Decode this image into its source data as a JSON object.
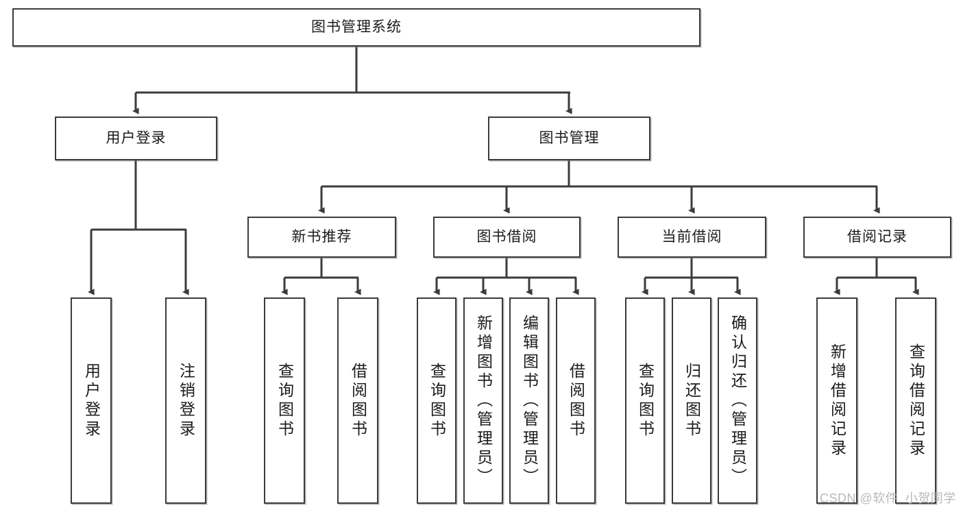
{
  "diagram": {
    "title": "图书管理系统",
    "type": "tree-hierarchy",
    "watermark": "CSDN @软件_小贺同学",
    "colors": {
      "box_border": "#3b3b3b",
      "box_fill": "#ffffff",
      "connector": "#3b3b3b",
      "text": "#1b1b1b",
      "watermark": "#b9b9b9"
    },
    "nodes": {
      "root": {
        "label": "图书管理系统"
      },
      "level2": [
        {
          "label": "用户登录"
        },
        {
          "label": "图书管理"
        }
      ],
      "level3": [
        {
          "label": "新书推荐"
        },
        {
          "label": "图书借阅"
        },
        {
          "label": "当前借阅"
        },
        {
          "label": "借阅记录"
        }
      ],
      "leaves": {
        "user_login": [
          {
            "label": "用户登录"
          },
          {
            "label": "注销登录"
          }
        ],
        "new_book_recommend": [
          {
            "label": "查询图书"
          },
          {
            "label": "借阅图书"
          }
        ],
        "book_borrow": [
          {
            "label": "查询图书"
          },
          {
            "label": "新增图书（管理员）"
          },
          {
            "label": "编辑图书（管理员）"
          },
          {
            "label": "借阅图书"
          }
        ],
        "current_borrow": [
          {
            "label": "查询图书"
          },
          {
            "label": "归还图书"
          },
          {
            "label": "确认归还（管理员）"
          }
        ],
        "borrow_record": [
          {
            "label": "新增借阅记录"
          },
          {
            "label": "查询借阅记录"
          }
        ]
      }
    }
  }
}
